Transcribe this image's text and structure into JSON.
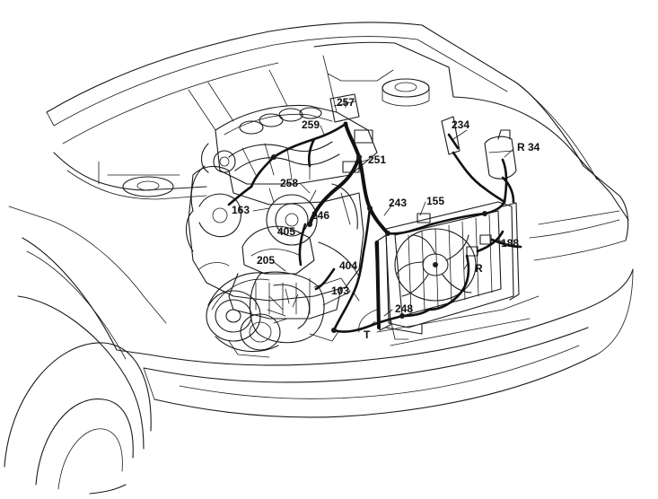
{
  "labels": [
    {
      "id": "l257",
      "text": "257"
    },
    {
      "id": "l259",
      "text": "259"
    },
    {
      "id": "l234",
      "text": "234"
    },
    {
      "id": "lR34",
      "text": "R 34"
    },
    {
      "id": "l251",
      "text": "251"
    },
    {
      "id": "l258",
      "text": "258"
    },
    {
      "id": "l163",
      "text": "163"
    },
    {
      "id": "l246",
      "text": "246"
    },
    {
      "id": "l243",
      "text": "243"
    },
    {
      "id": "l155",
      "text": "155"
    },
    {
      "id": "l405",
      "text": "405"
    },
    {
      "id": "l188",
      "text": "188"
    },
    {
      "id": "l205",
      "text": "205"
    },
    {
      "id": "l404",
      "text": "404"
    },
    {
      "id": "lR",
      "text": "R"
    },
    {
      "id": "l103",
      "text": "103"
    },
    {
      "id": "l248",
      "text": "248"
    },
    {
      "id": "lT",
      "text": "T"
    }
  ]
}
